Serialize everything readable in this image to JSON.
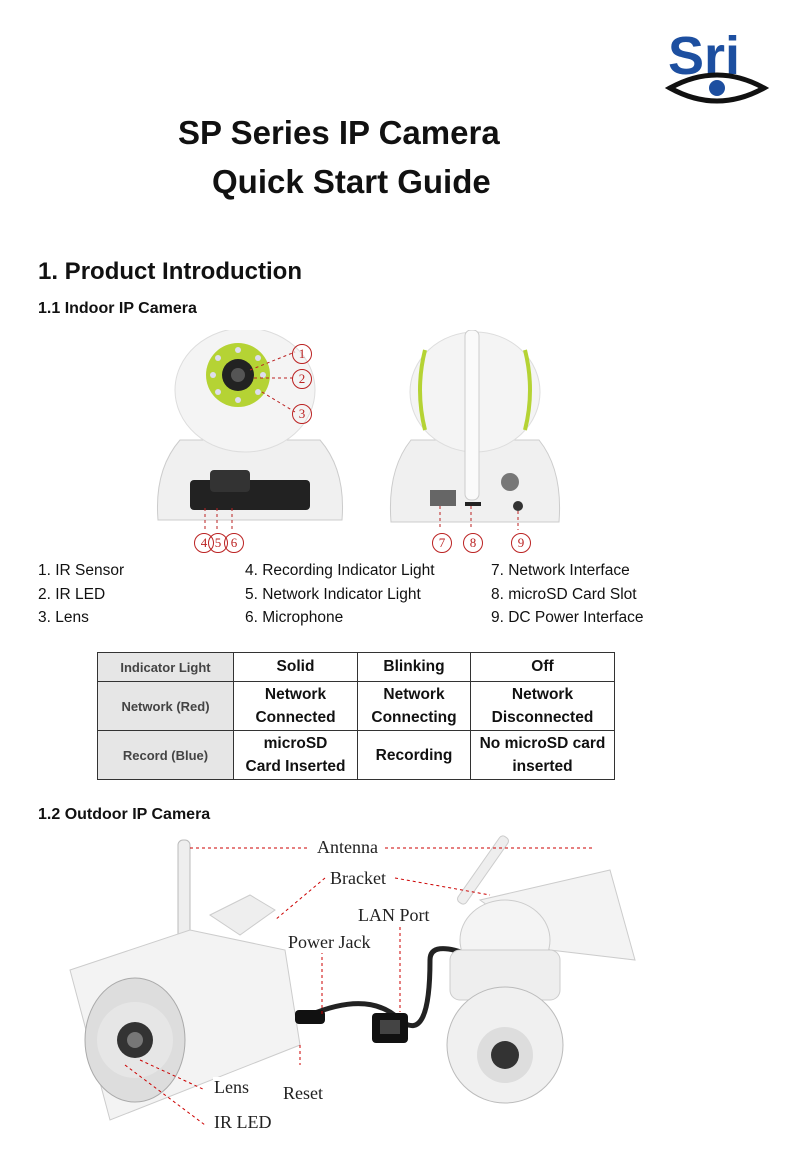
{
  "logo": {
    "text": "Sri",
    "color": "#1d4fa0"
  },
  "title": {
    "line1": "SP Series IP Camera",
    "line2": "Quick Start Guide"
  },
  "section1": {
    "heading": "1. Product Introduction"
  },
  "section11": {
    "heading": "1.1 Indoor IP Camera",
    "callouts_front": [
      "1",
      "2",
      "3",
      "4",
      "5",
      "6"
    ],
    "callouts_back": [
      "7",
      "8",
      "9"
    ],
    "legend_col1": [
      "1. IR Sensor",
      "2. IR LED",
      "3. Lens"
    ],
    "legend_col2": [
      "4. Recording Indicator Light",
      "5. Network Indicator Light",
      "6. Microphone"
    ],
    "legend_col3": [
      "7. Network Interface",
      "8. microSD Card Slot",
      "9. DC Power Interface"
    ]
  },
  "indicator_table": {
    "headers": [
      "Indicator Light",
      "Solid",
      "Blinking",
      "Off"
    ],
    "rows": [
      {
        "label": "Network (Red)",
        "solid": [
          "Network",
          "Connected"
        ],
        "blinking": [
          "Network",
          "Connecting"
        ],
        "off": [
          "Network",
          "Disconnected"
        ]
      },
      {
        "label": "Record (Blue)",
        "solid": [
          "microSD",
          "Card Inserted"
        ],
        "blinking": [
          "Recording"
        ],
        "off": [
          "No microSD card",
          "inserted"
        ]
      }
    ]
  },
  "section12": {
    "heading": "1.2 Outdoor IP Camera",
    "labels": {
      "antenna": "Antenna",
      "bracket": "Bracket",
      "lan_port": "LAN Port",
      "power_jack": "Power Jack",
      "lens": "Lens",
      "reset": "Reset",
      "ir_led": "IR LED"
    }
  },
  "colors": {
    "accent_green": "#b5d334",
    "callout_red": "#b22222",
    "camera_white": "#f2f2f2"
  }
}
